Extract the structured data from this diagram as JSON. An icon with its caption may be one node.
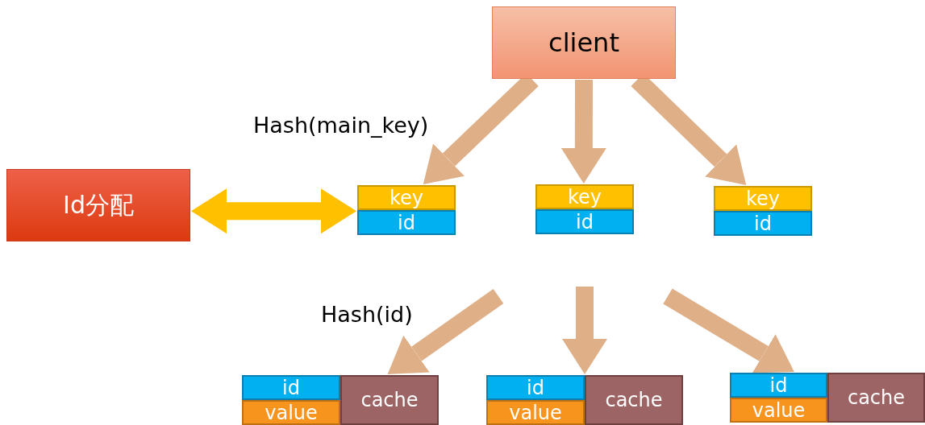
{
  "diagram": {
    "nodes": [
      {
        "text": [
          "client"
        ]
      },
      {
        "text": [
          "Id分配"
        ]
      },
      {
        "text": [
          "key",
          "id"
        ]
      },
      {
        "text": [
          "key",
          "id"
        ]
      },
      {
        "text": [
          "key",
          "id"
        ]
      },
      {
        "text": [
          "id",
          "value",
          "cache"
        ]
      },
      {
        "text": [
          "id",
          "value",
          "cache"
        ]
      },
      {
        "text": [
          "id",
          "value",
          "cache"
        ]
      }
    ],
    "edges": [
      {
        "from": 0,
        "to": 2,
        "arrow": "to",
        "label": "Hash(main_key)"
      },
      {
        "from": 0,
        "to": 3,
        "arrow": "to"
      },
      {
        "from": 0,
        "to": 4,
        "arrow": "to"
      },
      {
        "from": 1,
        "to": 2,
        "arrow": "both",
        "color": "#ffc000"
      },
      {
        "from": null,
        "to": 5,
        "arrow": "to",
        "label": "Hash(id)"
      },
      {
        "from": null,
        "to": 6,
        "arrow": "to"
      },
      {
        "from": null,
        "to": 7,
        "arrow": "to"
      }
    ]
  }
}
